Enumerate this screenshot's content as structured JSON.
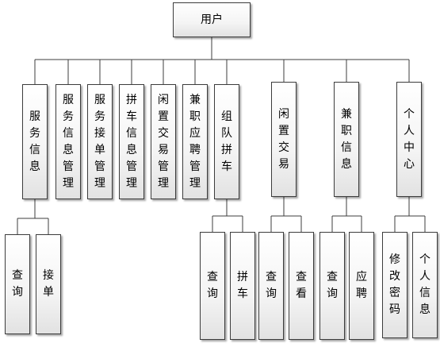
{
  "root": {
    "label": "用户"
  },
  "level1": [
    {
      "id": "fuwu",
      "label": "服务信息"
    },
    {
      "id": "fwgl",
      "label": "服务信息管理"
    },
    {
      "id": "fwjd",
      "label": "服务接单管理"
    },
    {
      "id": "pcgl",
      "label": "拼车信息管理"
    },
    {
      "id": "xzgl",
      "label": "闲置交易管理"
    },
    {
      "id": "jzgl",
      "label": "兼职应聘管理"
    },
    {
      "id": "zdpc",
      "label": "组队拼车"
    },
    {
      "id": "xzjy",
      "label": "闲置交易"
    },
    {
      "id": "jzxx",
      "label": "兼职信息"
    },
    {
      "id": "grzx",
      "label": "个人中心"
    }
  ],
  "level2": {
    "fuwu": [
      "查询",
      "接单"
    ],
    "zdpc": [
      "查询",
      "拼车"
    ],
    "xzjy": [
      "查询",
      "查看"
    ],
    "jzxx": [
      "查询",
      "应聘"
    ],
    "grzx": [
      "修改密码",
      "个人信息"
    ]
  }
}
